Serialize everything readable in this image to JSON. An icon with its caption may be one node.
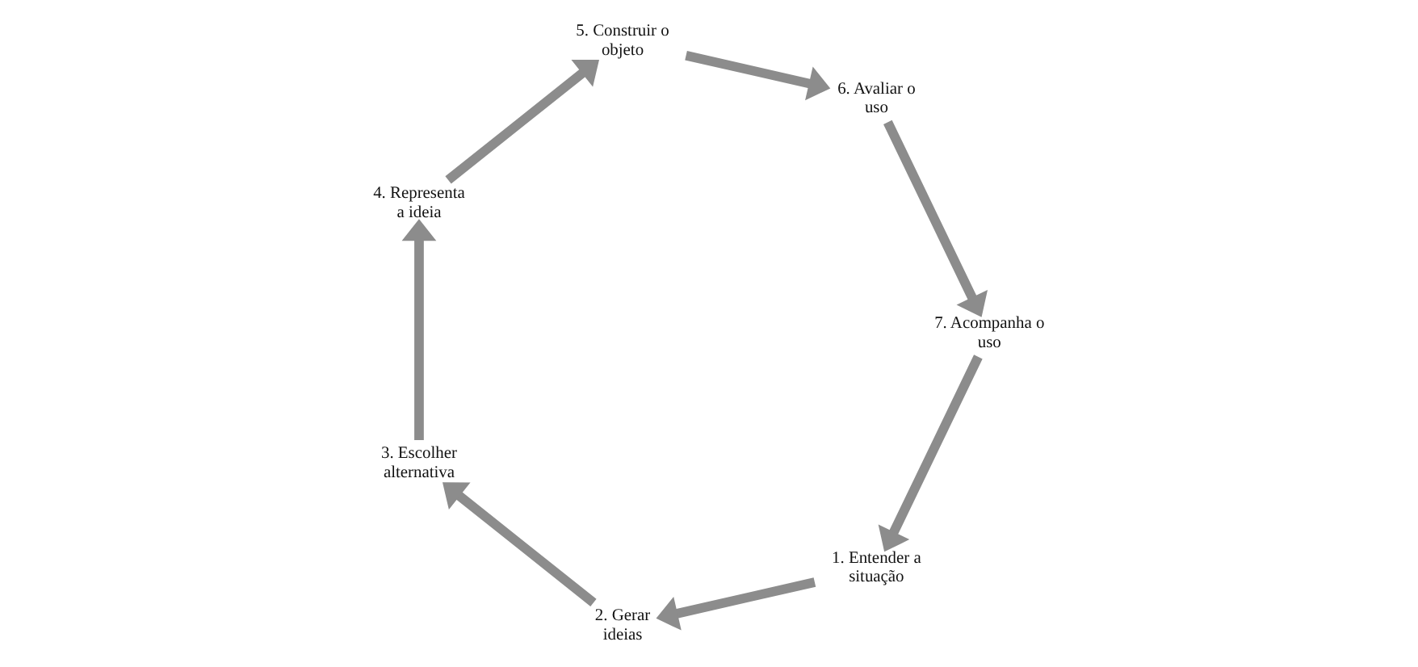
{
  "diagram": {
    "nodes": [
      {
        "text": [
          "1. Entender a situação"
        ]
      },
      {
        "text": [
          "2. Gerar ideias"
        ]
      },
      {
        "text": [
          "3. Escolher alternativa"
        ]
      },
      {
        "text": [
          "4. Representa a ideia"
        ]
      },
      {
        "text": [
          "5. Construir o objeto"
        ]
      },
      {
        "text": [
          "6. Avaliar o uso"
        ]
      },
      {
        "text": [
          "7. Acompanha o uso"
        ]
      }
    ],
    "edges": [
      {
        "from": 0,
        "to": 1,
        "arrow": "to"
      },
      {
        "from": 1,
        "to": 2,
        "arrow": "to"
      },
      {
        "from": 2,
        "to": 3,
        "arrow": "to"
      },
      {
        "from": 3,
        "to": 4,
        "arrow": "to"
      },
      {
        "from": 4,
        "to": 5,
        "arrow": "to"
      },
      {
        "from": 5,
        "to": 6,
        "arrow": "to"
      },
      {
        "from": 6,
        "to": 0,
        "arrow": "to"
      }
    ]
  }
}
